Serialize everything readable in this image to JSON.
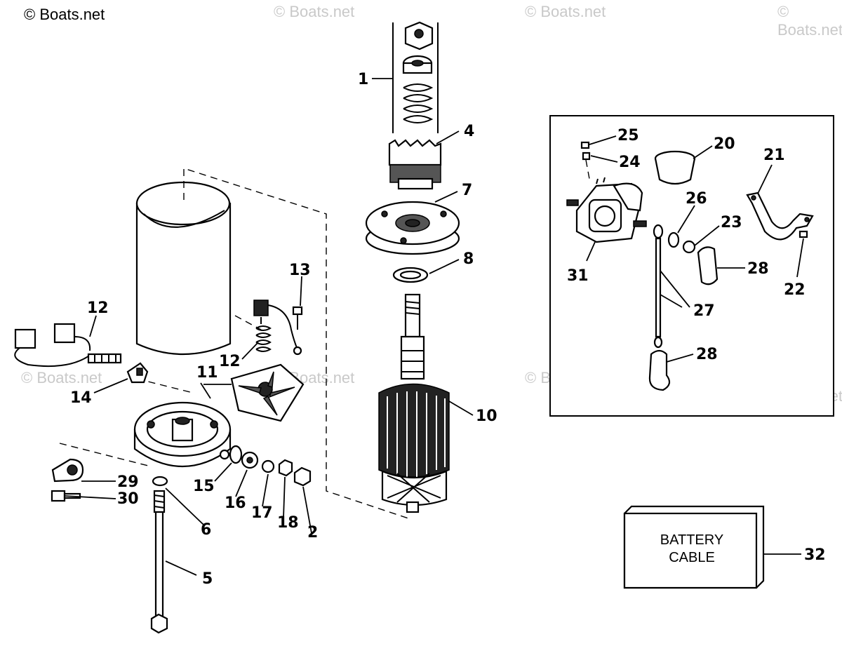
{
  "copyright": "© Boats.net",
  "watermark": "© Boats.net",
  "battery_label_line1": "BATTERY",
  "battery_label_line2": "CABLE",
  "callouts": {
    "c1": "1",
    "c4": "4",
    "c7": "7",
    "c8": "8",
    "c10": "10",
    "c13": "13",
    "c12a": "12",
    "c12b": "12",
    "c11": "11",
    "c14": "14",
    "c29": "29",
    "c30": "30",
    "c15": "15",
    "c16": "16",
    "c17": "17",
    "c18": "18",
    "c2": "2",
    "c6": "6",
    "c5": "5",
    "c25": "25",
    "c24": "24",
    "c20": "20",
    "c21": "21",
    "c26": "26",
    "c23": "23",
    "c31": "31",
    "c28a": "28",
    "c22": "22",
    "c27": "27",
    "c28b": "28",
    "c32": "32"
  }
}
